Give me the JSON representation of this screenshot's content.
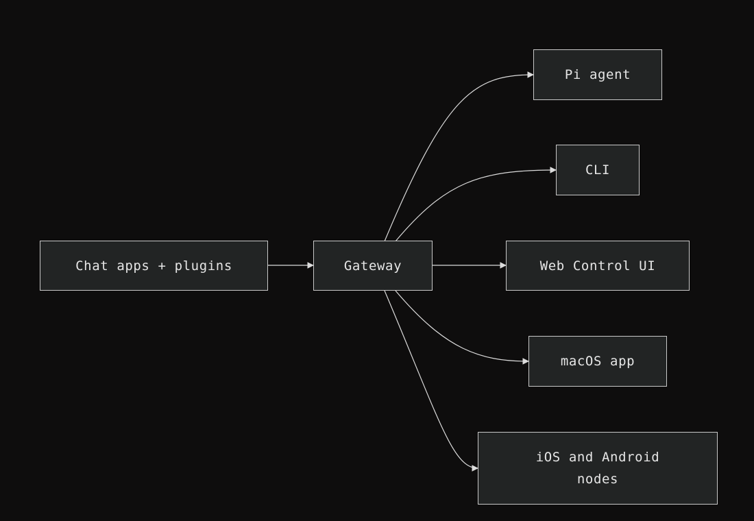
{
  "diagram": {
    "colors": {
      "background": "#0e0d0d",
      "node_fill": "#222424",
      "node_border": "#c9c9c9",
      "text": "#e6e6e6",
      "edge": "#dcdcdc"
    },
    "nodes": [
      {
        "id": "chat-apps",
        "label": "Chat apps + plugins"
      },
      {
        "id": "gateway",
        "label": "Gateway"
      },
      {
        "id": "pi-agent",
        "label": "Pi agent"
      },
      {
        "id": "cli",
        "label": "CLI"
      },
      {
        "id": "web-control-ui",
        "label": "Web Control UI"
      },
      {
        "id": "macos-app",
        "label": "macOS app"
      },
      {
        "id": "ios-android-nodes",
        "label": "iOS and Android\nnodes"
      }
    ],
    "edges": [
      {
        "from": "chat-apps",
        "to": "gateway"
      },
      {
        "from": "gateway",
        "to": "pi-agent"
      },
      {
        "from": "gateway",
        "to": "cli"
      },
      {
        "from": "gateway",
        "to": "web-control-ui"
      },
      {
        "from": "gateway",
        "to": "macos-app"
      },
      {
        "from": "gateway",
        "to": "ios-android-nodes"
      }
    ]
  }
}
